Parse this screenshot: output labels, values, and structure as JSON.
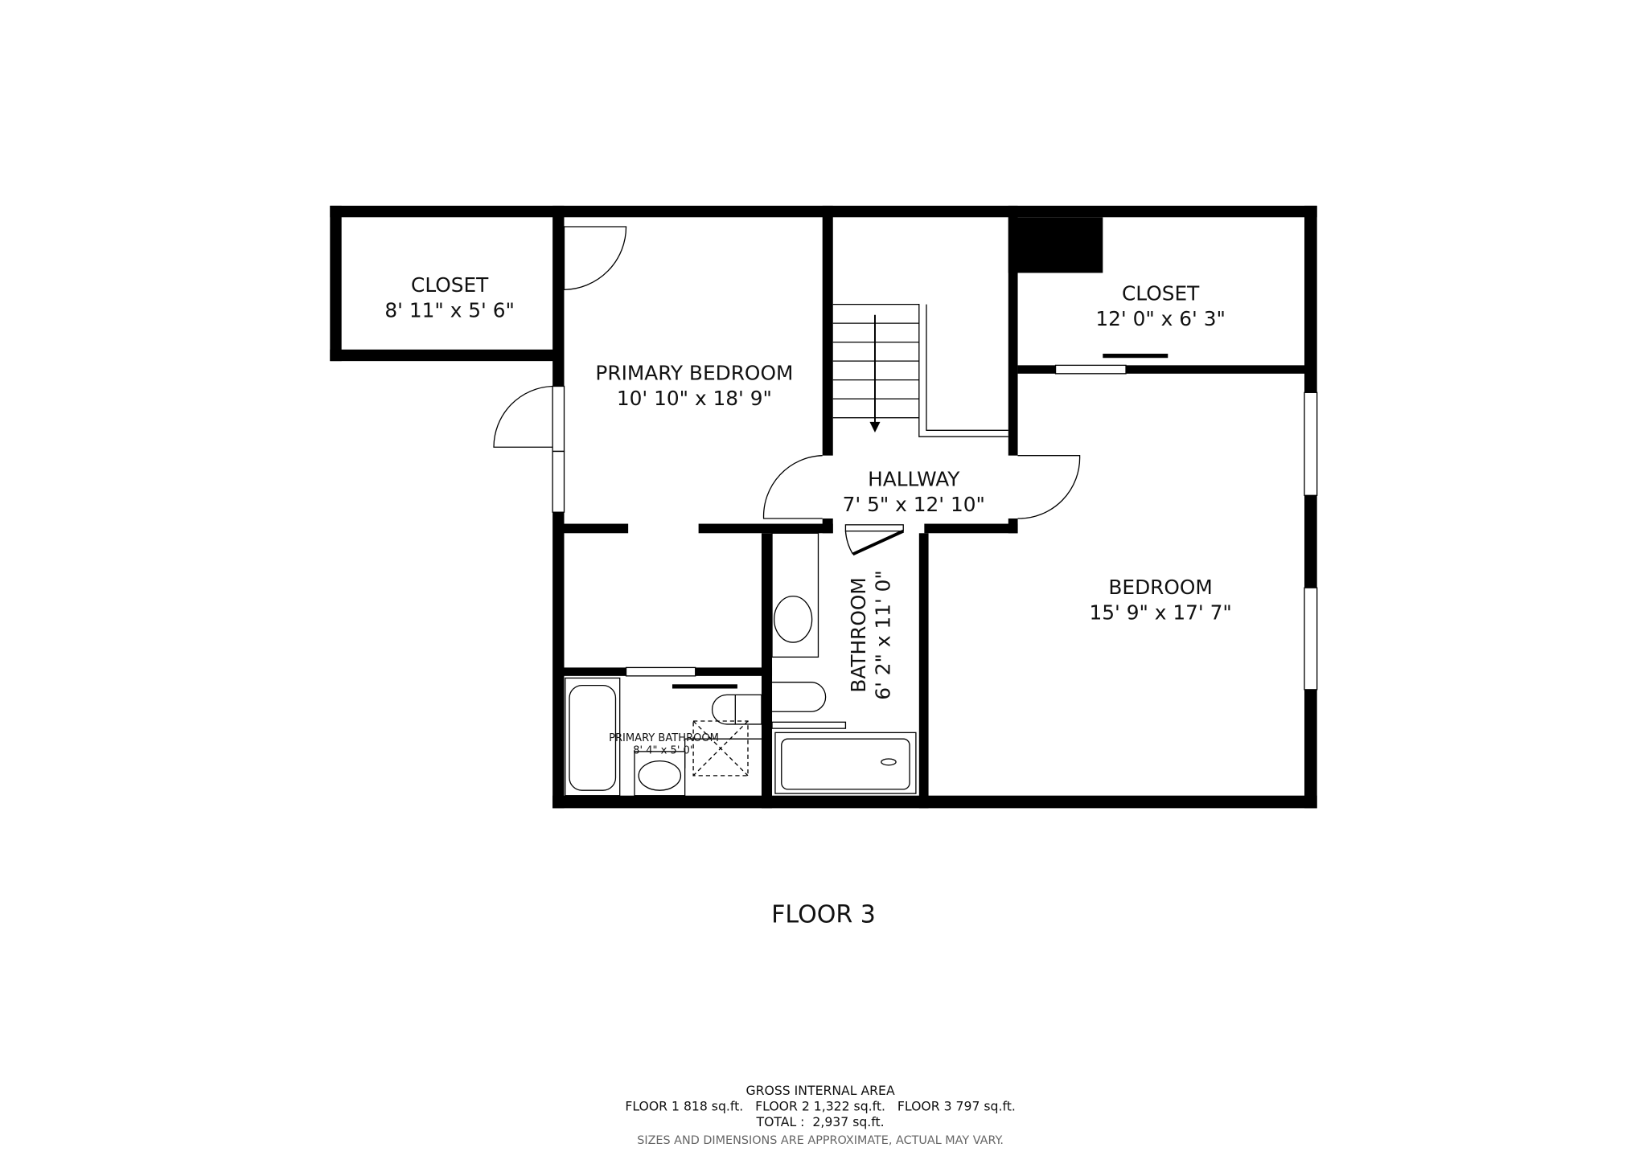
{
  "rooms": {
    "closet_left": {
      "name": "CLOSET",
      "dims": "8' 11\" x 5' 6\""
    },
    "primary_bedroom": {
      "name": "PRIMARY BEDROOM",
      "dims": "10' 10\" x 18' 9\""
    },
    "closet_right": {
      "name": "CLOSET",
      "dims": "12' 0\" x 6' 3\""
    },
    "hallway": {
      "name": "HALLWAY",
      "dims": "7' 5\" x 12' 10\""
    },
    "bedroom": {
      "name": "BEDROOM",
      "dims": "15' 9\" x 17' 7\""
    },
    "bathroom": {
      "name": "BATHROOM",
      "dims": "6' 2\" x 11' 0\""
    },
    "primary_bathroom": {
      "name": "PRIMARY BATHROOM",
      "dims": "8' 4\" x 5' 0\""
    }
  },
  "floor_label": "FLOOR 3",
  "footer": {
    "heading": "GROSS INTERNAL AREA",
    "floors": "FLOOR 1 818 sq.ft.   FLOOR 2 1,322 sq.ft.   FLOOR 3 797 sq.ft.",
    "total": "TOTAL :  2,937 sq.ft.",
    "disclaimer": "SIZES AND DIMENSIONS ARE APPROXIMATE, ACTUAL MAY VARY."
  }
}
